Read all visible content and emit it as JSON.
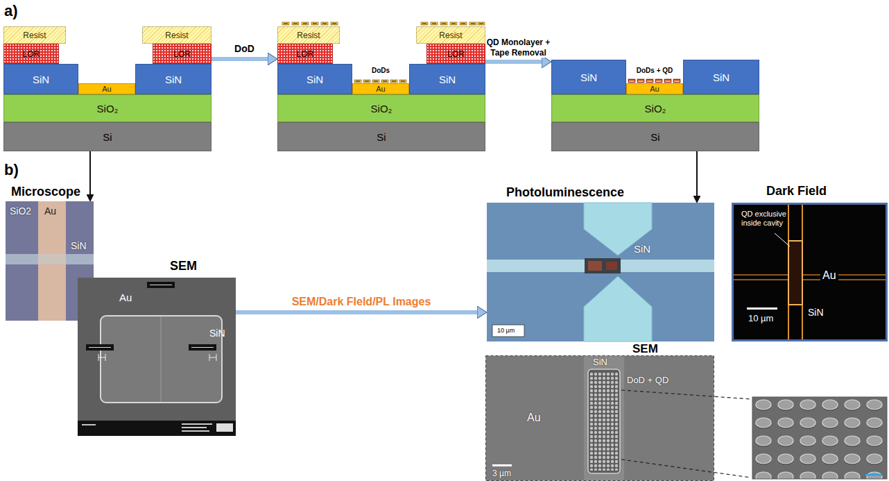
{
  "diagram": {
    "nodes": [
      {
        "text": [
          "Resist"
        ]
      },
      {
        "text": [
          "Resist"
        ]
      },
      {
        "text": [
          "LOR"
        ]
      },
      {
        "text": [
          "LOR"
        ]
      },
      {
        "text": [
          "SiN"
        ]
      },
      {
        "text": [
          "Au"
        ]
      },
      {
        "text": [
          "SiN"
        ]
      },
      {
        "text": [
          "SiO₂"
        ]
      },
      {
        "text": [
          "Si"
        ]
      },
      {
        "text": [
          "Resist"
        ]
      },
      {
        "text": [
          "Resist"
        ]
      },
      {
        "text": [
          "LOR"
        ]
      },
      {
        "text": [
          "LOR"
        ]
      },
      {
        "text": [
          "SiN"
        ]
      },
      {
        "text": [
          "Au"
        ]
      },
      {
        "text": [
          "SiN"
        ]
      },
      {
        "text": [
          "SiO₂"
        ]
      },
      {
        "text": [
          "Si"
        ]
      },
      {
        "text": [
          "SiN"
        ]
      },
      {
        "text": [
          "Au"
        ]
      },
      {
        "text": [
          "SiN"
        ]
      },
      {
        "text": [
          "SiO₂"
        ]
      },
      {
        "text": [
          "Si"
        ]
      },
      {
        "text": [
          "Microscope",
          "SiO2",
          "Au",
          "SiN"
        ]
      },
      {
        "text": [
          "SEM",
          "Au",
          "SiN"
        ]
      },
      {
        "text": [
          "Photoluminescence",
          "SiN",
          "10 µm"
        ]
      },
      {
        "text": [
          "Dark Field",
          "QD exclusive inside cavity",
          "Au",
          "SiN",
          "10 µm"
        ]
      },
      {
        "text": [
          "SEM",
          "SiN",
          "DoD + QD",
          "Au",
          "3 µm"
        ]
      }
    ],
    "edges": [
      {
        "from": 3,
        "to": 11,
        "label": "DoD",
        "arrow": "to"
      },
      {
        "from": 12,
        "to": 18,
        "label": "QD Monolayer + Tape Removal",
        "arrow": "to"
      },
      {
        "from": 8,
        "to": 23,
        "arrow": "to"
      },
      {
        "from": 22,
        "to": 25,
        "arrow": "to"
      },
      {
        "from": 24,
        "to": 25,
        "label": "SEM/Dark FIeld/PL Images",
        "arrow": "to"
      }
    ],
    "labels": [
      "a)",
      "b)",
      "DoDs",
      "DoDs + QD"
    ]
  }
}
